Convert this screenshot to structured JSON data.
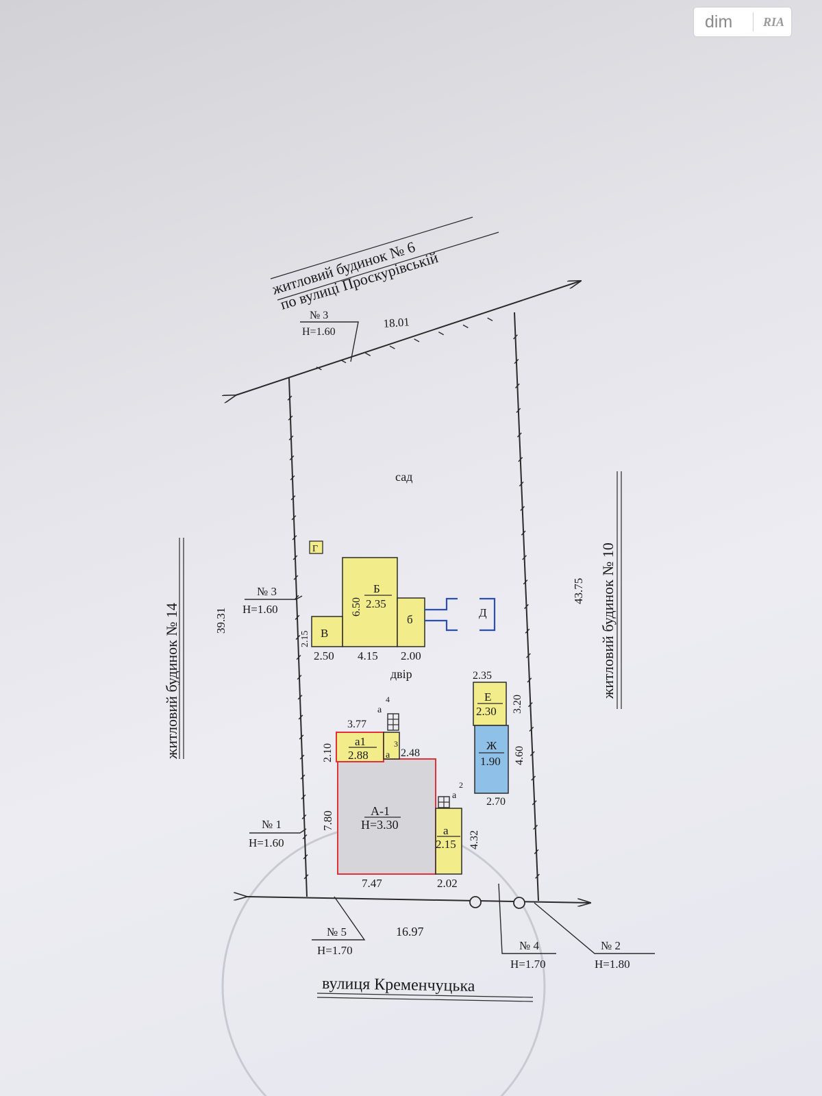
{
  "watermark": {
    "brand_left": "dim",
    "brand_right": "RIA"
  },
  "neighbors": {
    "top_line1": "житловий будинок № 6",
    "top_line2": "по вулиці Проскурівській",
    "left": "житловий будинок № 14",
    "right": "житловий будинок № 10",
    "street": "вулиця Кременчуцька"
  },
  "zones": {
    "garden": "сад",
    "yard": "двір"
  },
  "fences": [
    {
      "num": "№ 3",
      "height": "Н=1.60"
    },
    {
      "num": "№ 3",
      "height": "Н=1.60"
    },
    {
      "num": "№ 1",
      "height": "Н=1.60"
    },
    {
      "num": "№ 5",
      "height": "Н=1.70"
    },
    {
      "num": "№ 4",
      "height": "Н=1.70"
    },
    {
      "num": "№ 2",
      "height": "Н=1.80"
    }
  ],
  "boundaries": {
    "top": "18.01",
    "left": "39.31",
    "right": "43.75",
    "bottom": "16.97"
  },
  "buildings": {
    "A1": {
      "letter": "А-1",
      "height": "Н=3.30",
      "width": "7.47",
      "depth": "7.80"
    },
    "a": {
      "letter": "а",
      "value": "2.15",
      "width": "2.02",
      "depth": "4.32"
    },
    "a1": {
      "letter": "а1",
      "value": "2.88",
      "width": "3.77",
      "depth": "2.10"
    },
    "a3": {
      "letter": "а",
      "sup": "3",
      "width": "2.48"
    },
    "a4": {
      "letter": "а",
      "sup": "4"
    },
    "a2": {
      "letter": "а",
      "sup": "2"
    },
    "B": {
      "letter": "Б",
      "value": "2.35",
      "depth": "6.50",
      "width": "4.15"
    },
    "V": {
      "letter": "В",
      "width": "2.50",
      "depth": "2.15"
    },
    "b": {
      "letter": "б",
      "width": "2.00"
    },
    "G": {
      "letter": "Г"
    },
    "D": {
      "letter": "Д"
    },
    "E": {
      "letter": "Е",
      "value": "2.30",
      "width": "2.35",
      "depth": "3.20"
    },
    "Zh": {
      "letter": "Ж",
      "value": "1.90",
      "width": "2.70",
      "depth": "4.60"
    }
  },
  "colors": {
    "fill_yellow": "#f2ec8a",
    "fill_gray": "#d6d6da",
    "fill_blue": "#8fc0e8",
    "outline_red": "#e0303a",
    "outline_blue": "#2a4fb0",
    "line": "#2a2a2a"
  }
}
